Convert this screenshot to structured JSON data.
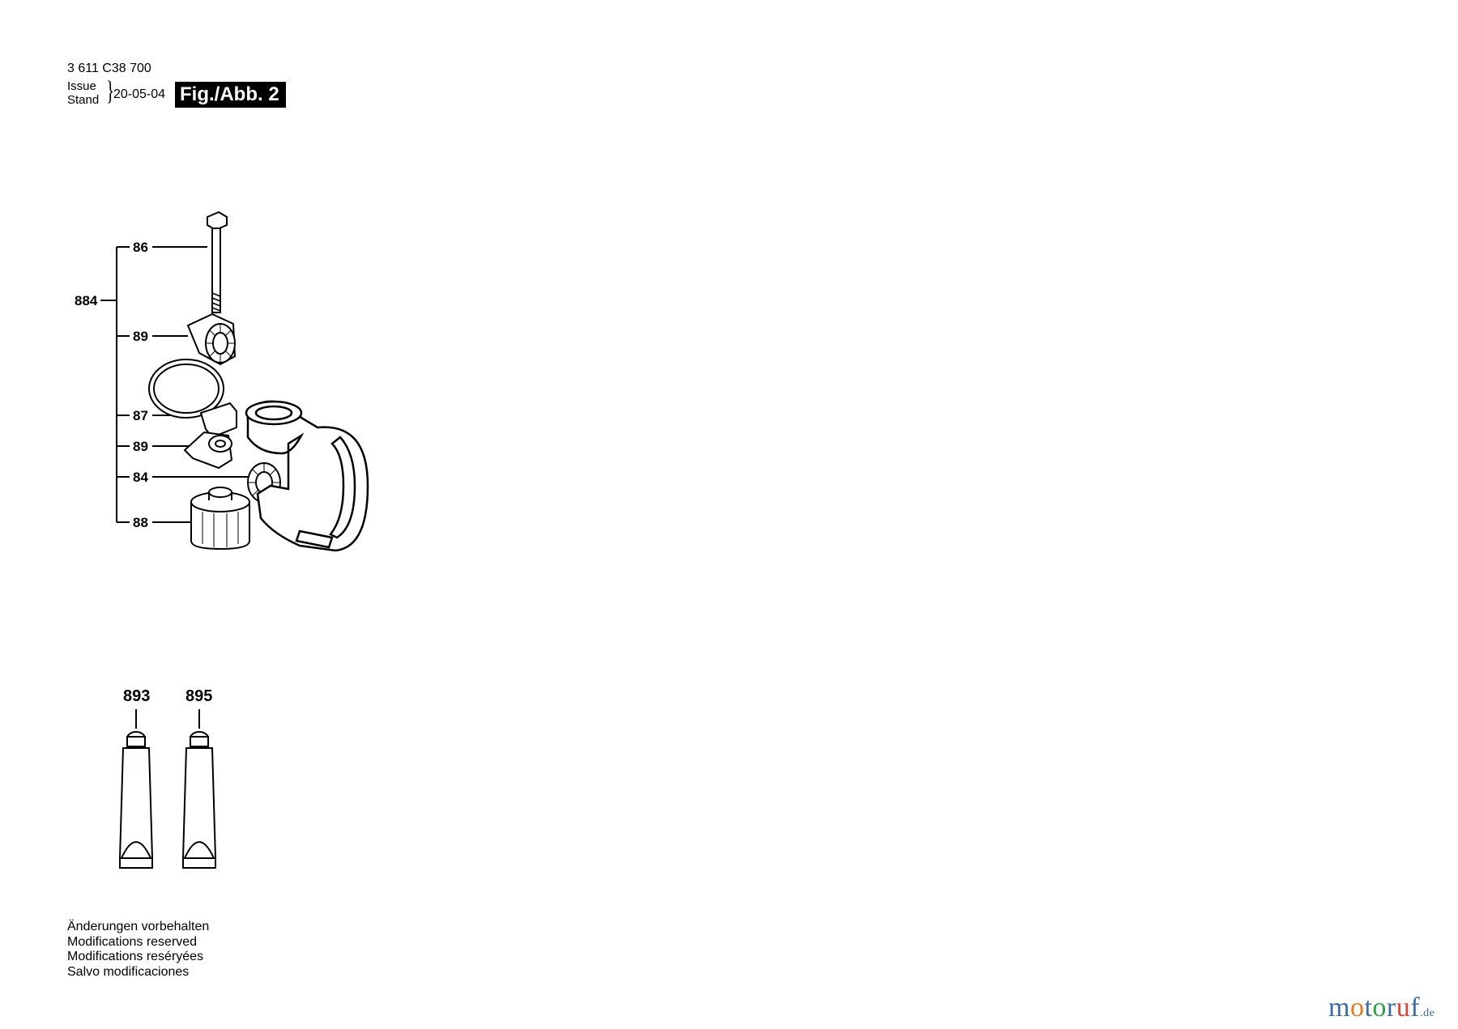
{
  "header": {
    "part_number": "3 611 C38 700",
    "issue_label": "Issue",
    "stand_label": "Stand",
    "date": "20-05-04",
    "figure_label": "Fig./Abb. 2"
  },
  "callouts": {
    "group": "884",
    "bolt": "86",
    "clamp_top": "89",
    "band": "87",
    "clamp_bottom": "89",
    "gear_ring": "84",
    "knob": "88",
    "tube_left": "893",
    "tube_right": "895"
  },
  "footer": {
    "line1": "Änderungen vorbehalten",
    "line2": "Modifications reserved",
    "line3": "Modifications reséryées",
    "line4": "Salvo modificaciones"
  },
  "logo": {
    "m": "m",
    "o1": "o",
    "t": "t",
    "o2": "o",
    "r": "r",
    "u": "u",
    "f": "f",
    "domain": ".de"
  },
  "colors": {
    "logo_blue": "#3a6aa8",
    "logo_orange": "#e07a1f",
    "logo_green": "#2f9e3e",
    "logo_red": "#d9443a"
  }
}
